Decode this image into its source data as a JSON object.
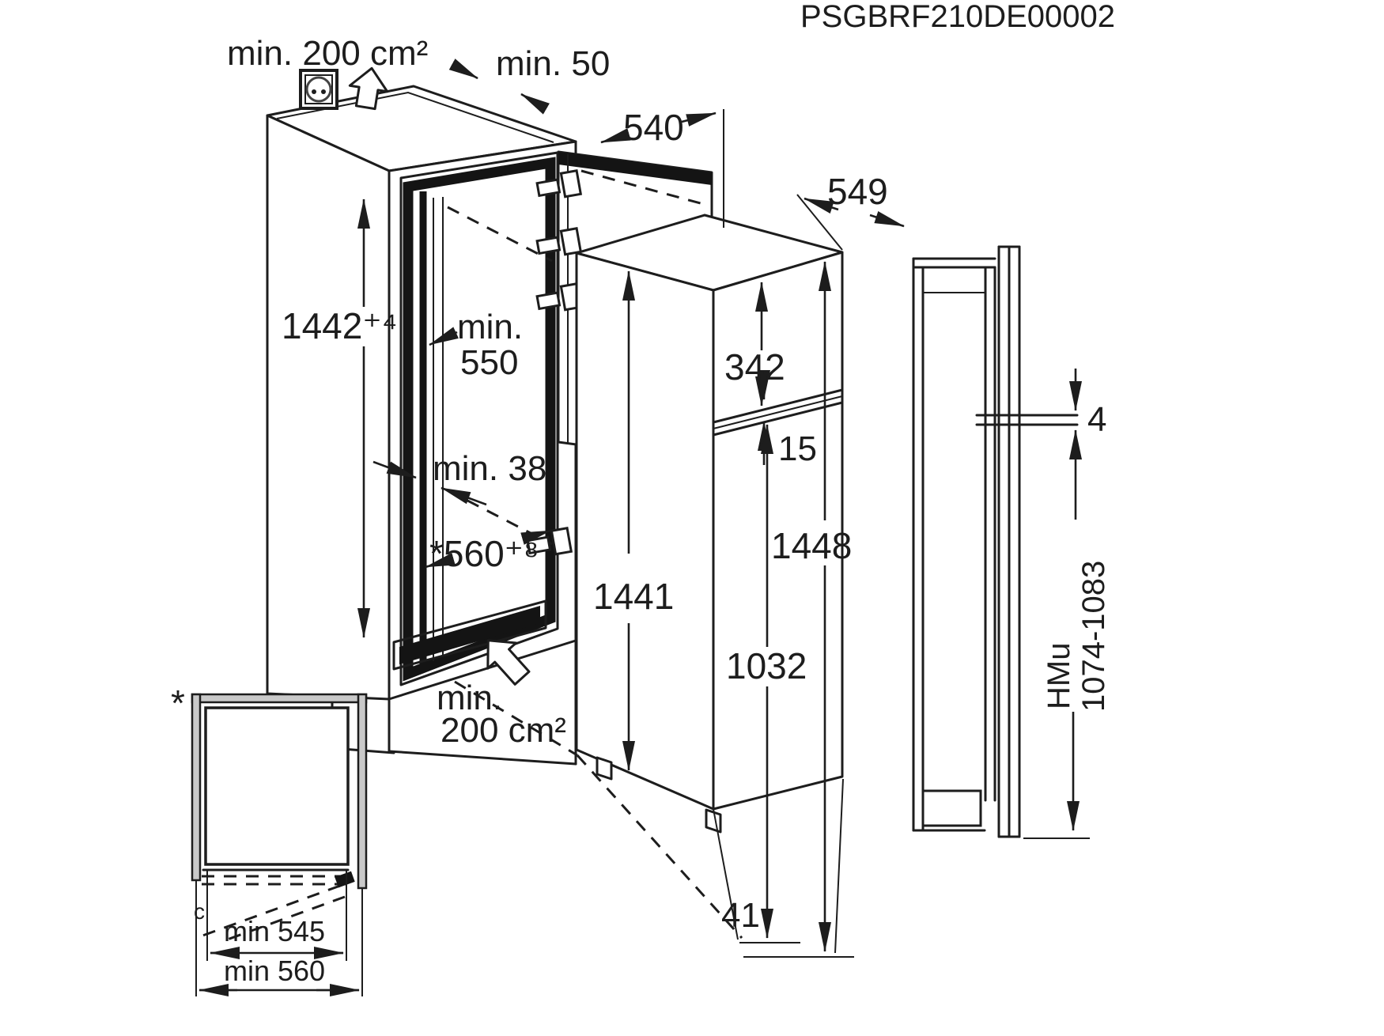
{
  "title": "PSGBRF210DE00002",
  "colors": {
    "line": "#1d1d1d",
    "dark_fill": "#141414",
    "wall_gray": "#c9c9c9",
    "background": "#ffffff"
  },
  "dimensions": {
    "top_ventilation": "min. 200 cm²",
    "top_clearance": "min. 50",
    "door_width": "540",
    "cabinet_depth": "549",
    "niche_height": "1442⁺⁴",
    "niche_depth_line1": "min.",
    "niche_depth_line2": "550",
    "rear_clearance": "min. 38",
    "niche_width": "*560⁺⁸",
    "freezer_door_height": "342",
    "door_gap": "15",
    "overall_height": "1448",
    "appliance_height": "1441",
    "fridge_door_height": "1032",
    "panel_gap": "4",
    "mounting_height_label": "HMu",
    "mounting_height_range": "1074-1083",
    "bottom_ventilation_line1": "min.",
    "bottom_ventilation_line2": "200 cm²",
    "bottom_clearance": "41",
    "plan_note_marker": "*",
    "plan_hinge_marker": "c",
    "plan_inner_width": "min 545",
    "plan_outer_width": "min 560"
  },
  "icons": {
    "power_socket": "socket-icon",
    "airflow_top": "airflow-up-arrow-icon",
    "airflow_bottom": "airflow-arrow-icon"
  }
}
